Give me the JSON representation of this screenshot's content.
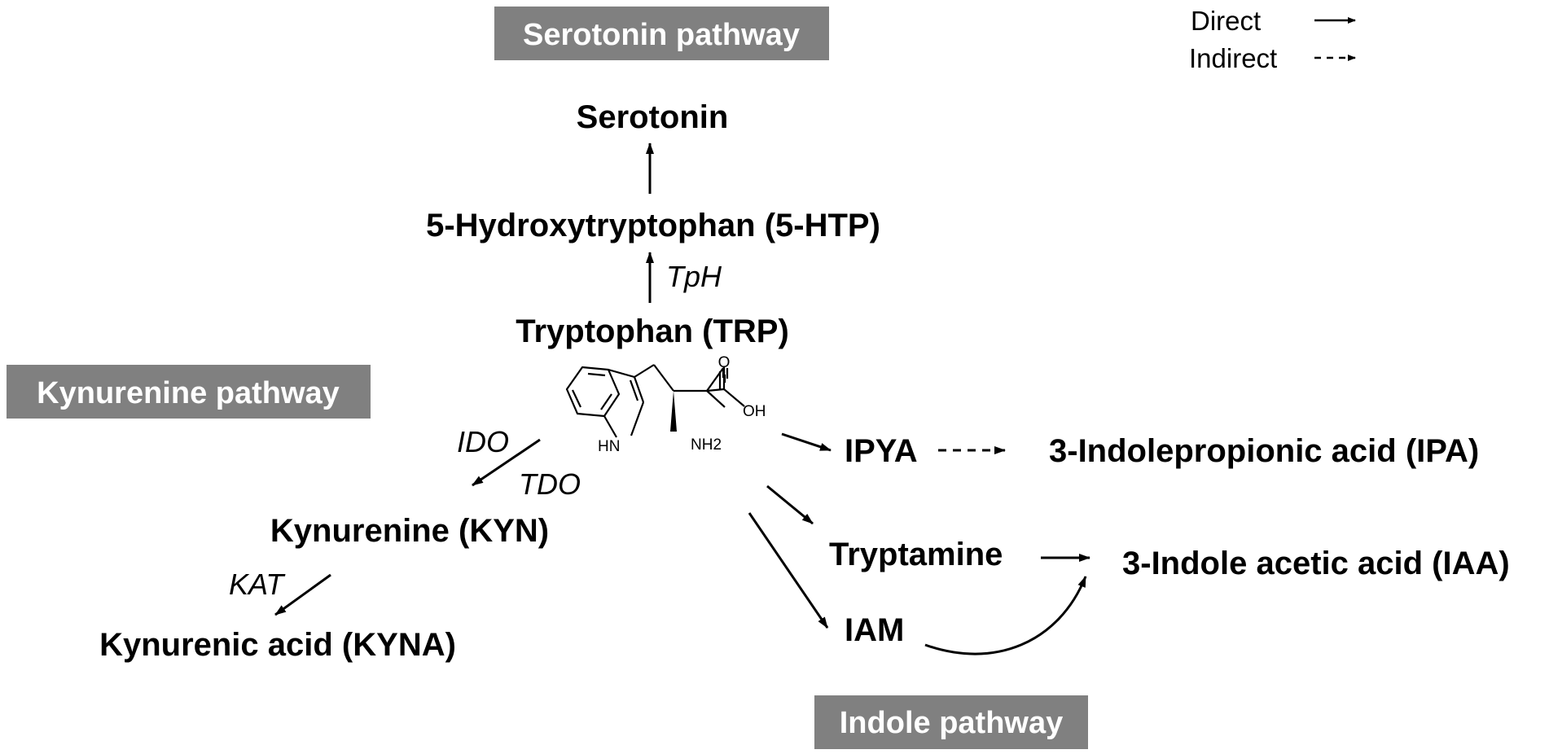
{
  "pathways": {
    "serotonin": "Serotonin pathway",
    "kynurenine": "Kynurenine pathway",
    "indole": "Indole pathway"
  },
  "legend": {
    "direct": "Direct",
    "indirect": "Indirect"
  },
  "metabolites": {
    "serotonin": "Serotonin",
    "htp": "5-Hydroxytryptophan (5-HTP)",
    "trp": "Tryptophan (TRP)",
    "kyn": "Kynurenine (KYN)",
    "kyna": "Kynurenic acid (KYNA)",
    "ipya": "IPYA",
    "ipa": "3-Indolepropionic acid (IPA)",
    "tryptamine": "Tryptamine",
    "iaa": "3-Indole acetic acid (IAA)",
    "iam": "IAM"
  },
  "enzymes": {
    "tph": "TpH",
    "ido": "IDO",
    "tdo": "TDO",
    "kat": "KAT"
  },
  "structure": {
    "o": "O",
    "oh": "OH",
    "hn": "HN",
    "nh2": "NH2"
  },
  "colors": {
    "pathway_box": "#808080",
    "text": "#000000",
    "background": "#ffffff"
  }
}
